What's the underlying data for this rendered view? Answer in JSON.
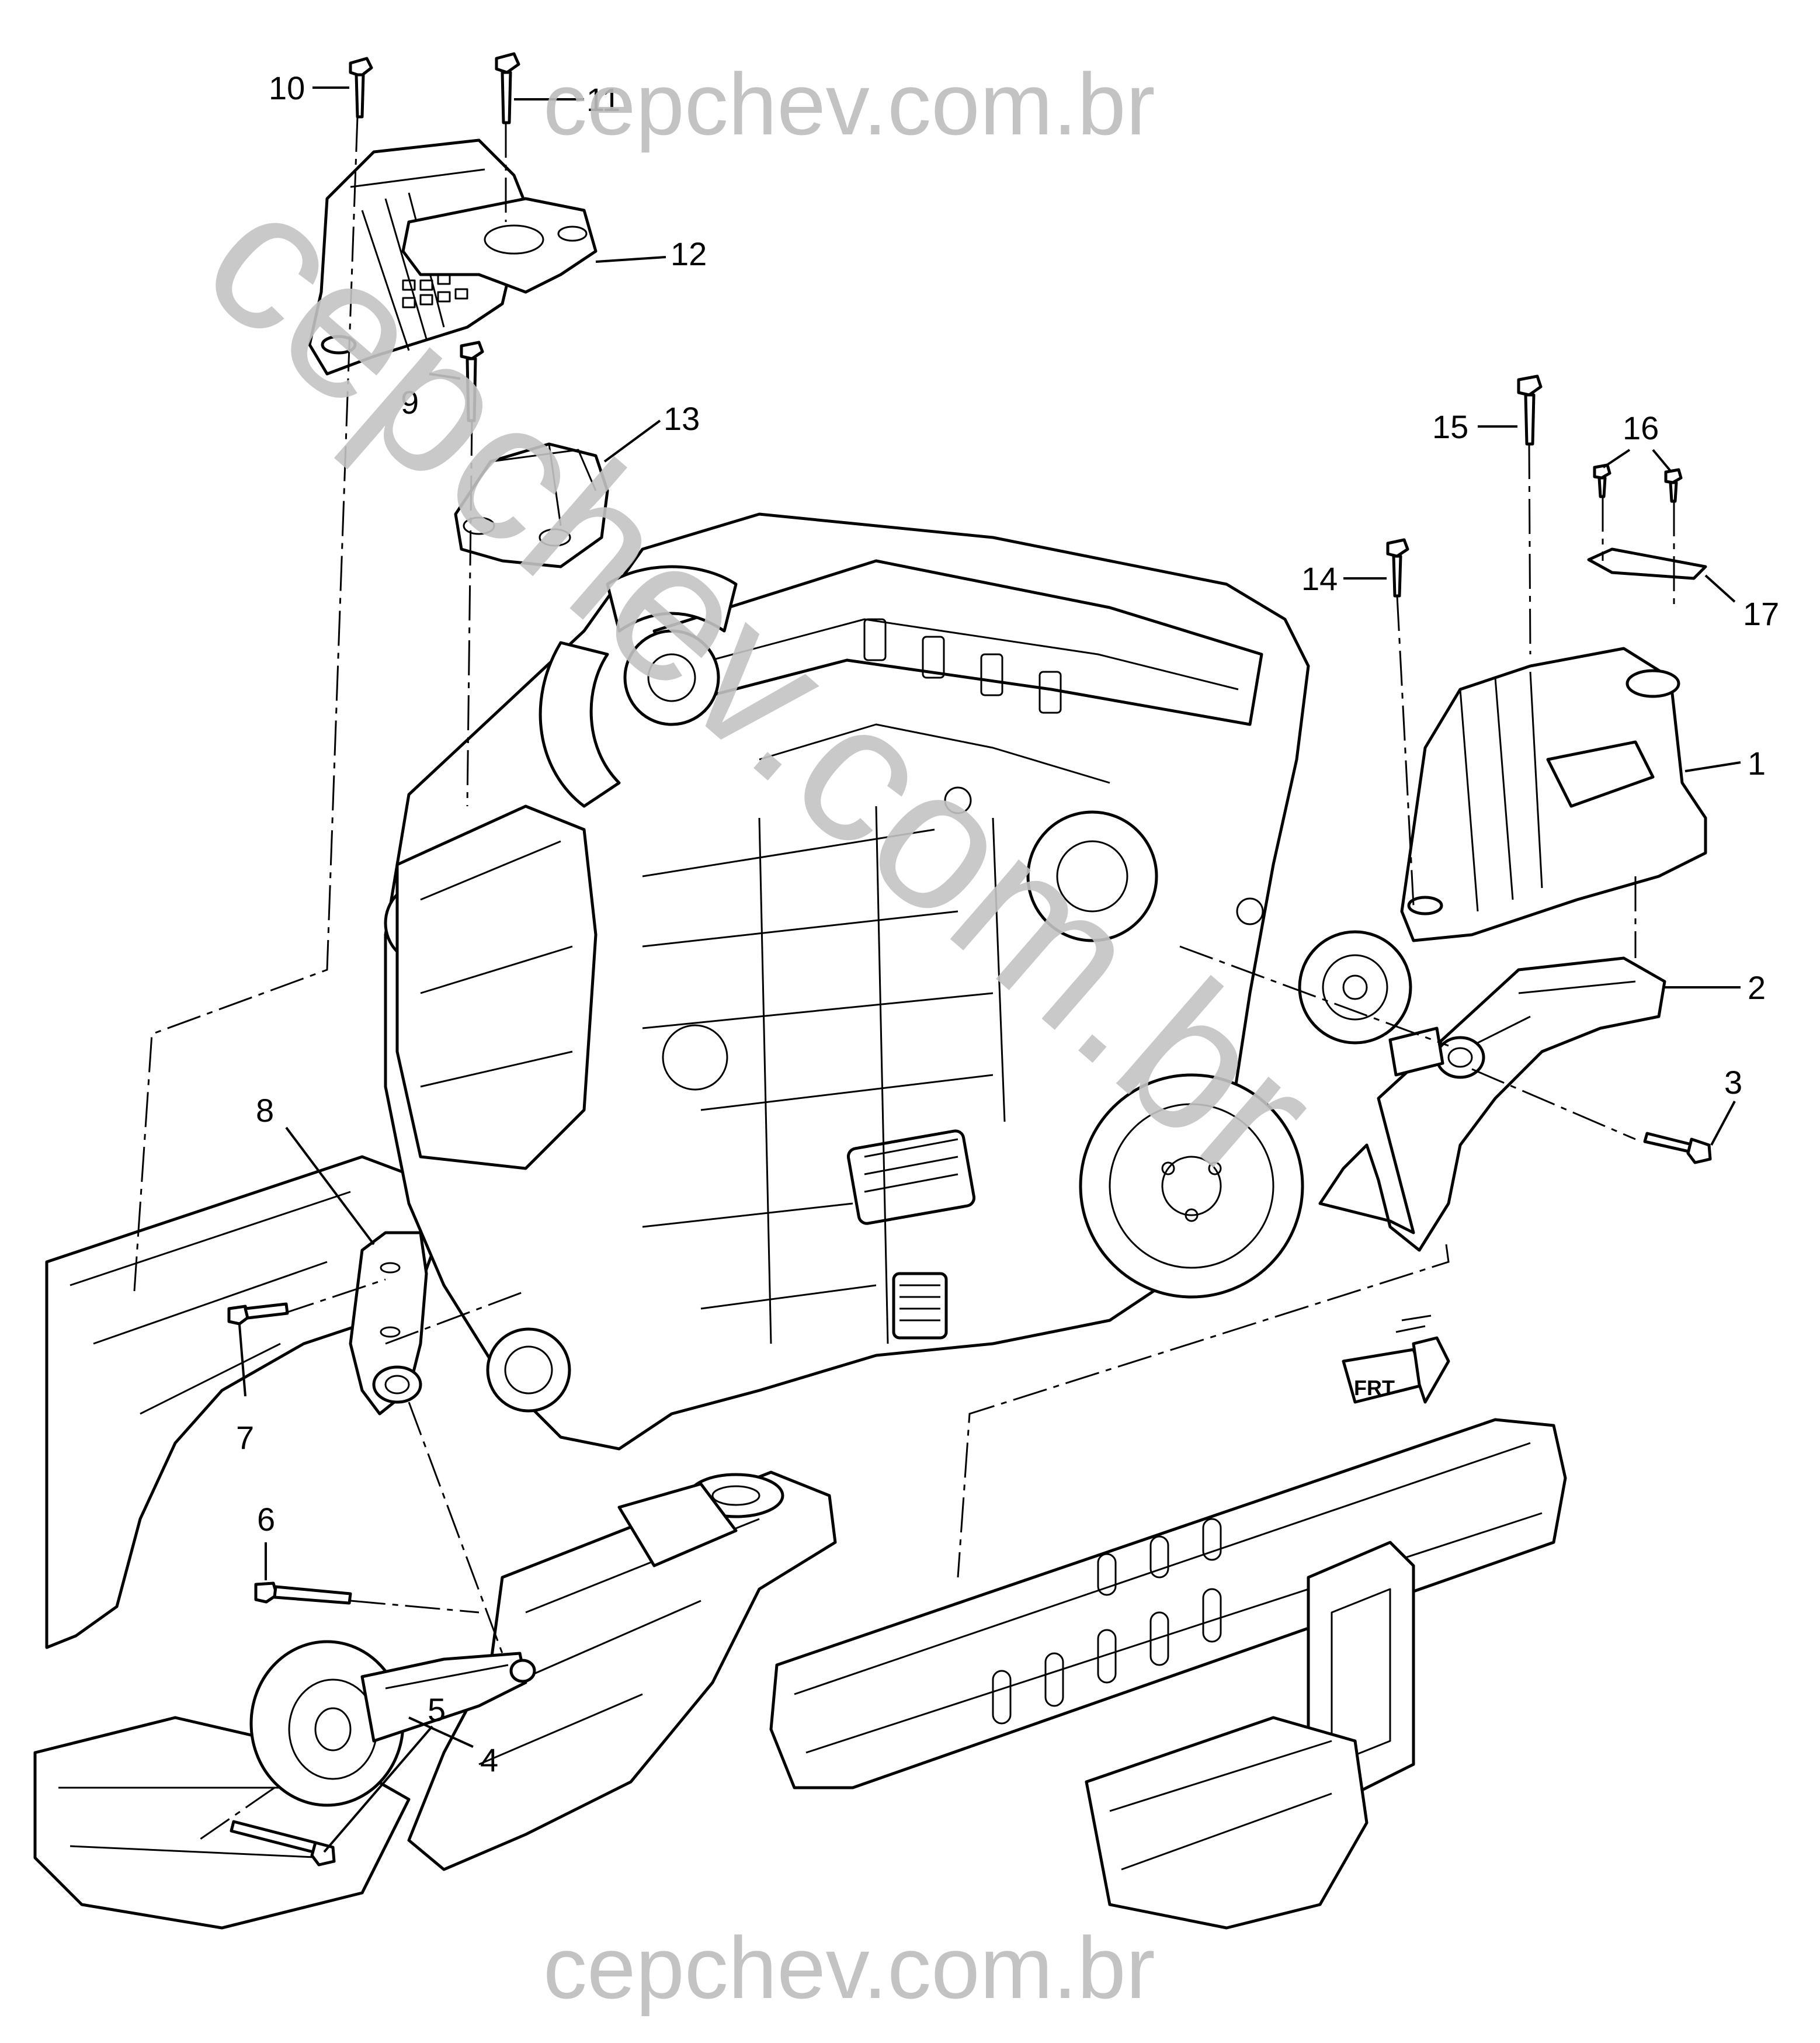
{
  "watermark": {
    "top": "cepchev.com.br",
    "bottom": "cepchev.com.br",
    "diagonal": "cepchev.com.br"
  },
  "direction_marker": {
    "text": "FRT"
  },
  "callouts": [
    {
      "id": "1",
      "label": "1"
    },
    {
      "id": "2",
      "label": "2"
    },
    {
      "id": "3",
      "label": "3"
    },
    {
      "id": "4",
      "label": "4"
    },
    {
      "id": "5",
      "label": "5"
    },
    {
      "id": "6",
      "label": "6"
    },
    {
      "id": "7",
      "label": "7"
    },
    {
      "id": "8",
      "label": "8"
    },
    {
      "id": "9",
      "label": "9"
    },
    {
      "id": "10",
      "label": "10"
    },
    {
      "id": "11",
      "label": "11"
    },
    {
      "id": "12",
      "label": "12"
    },
    {
      "id": "13",
      "label": "13"
    },
    {
      "id": "14",
      "label": "14"
    },
    {
      "id": "15",
      "label": "15"
    },
    {
      "id": "16",
      "label": "16"
    },
    {
      "id": "17",
      "label": "17"
    }
  ]
}
